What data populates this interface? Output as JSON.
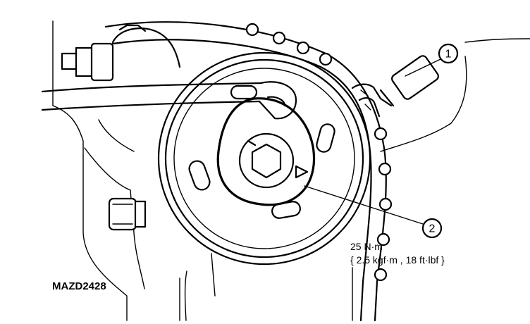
{
  "figure": {
    "code": "MAZD2428",
    "callouts": [
      {
        "id": "1",
        "label": "1"
      },
      {
        "id": "2",
        "label": "2"
      }
    ],
    "torque": {
      "primary": "25 N·m",
      "secondary": "{ 2.5 kgf·m , 18 ft·lbf }"
    }
  }
}
